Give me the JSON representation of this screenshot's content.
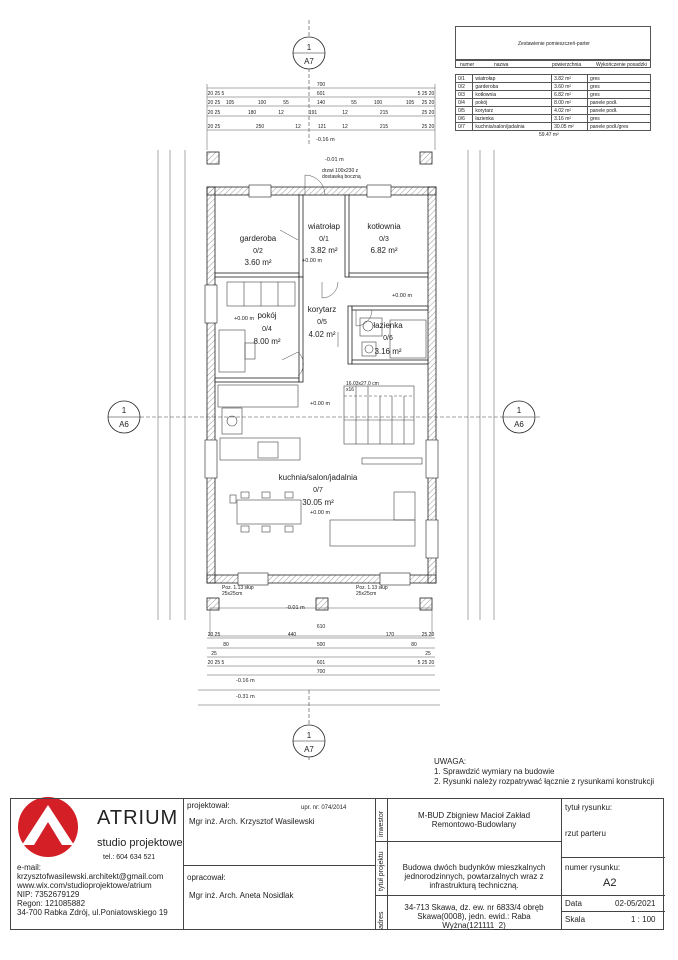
{
  "legend": {
    "title": "Zestawienie pomieszczeń-parter",
    "headers": [
      "numer",
      "nazwa",
      "powierzchnia",
      "Wykończenie posadzki"
    ],
    "rows": [
      [
        "0/1",
        "wiatrołap",
        "3.82 m²",
        "gres"
      ],
      [
        "0/2",
        "garderoba",
        "3.60 m²",
        "gres"
      ],
      [
        "0/3",
        "kotłownia",
        "6.82 m²",
        "gres"
      ],
      [
        "0/4",
        "pokój",
        "8.00 m²",
        "panele podł."
      ],
      [
        "0/5",
        "korytarz",
        "4.02 m²",
        "panele podł."
      ],
      [
        "0/6",
        "łazienka",
        "3.16 m²",
        "gres"
      ],
      [
        "0/7",
        "kuchnia/salon/jadalnia",
        "30.05 m²",
        "panele podł./gres"
      ]
    ],
    "total": "59.47 m²"
  },
  "section_markers": {
    "top": {
      "num": "1",
      "sheet": "A7"
    },
    "bottom": {
      "num": "1",
      "sheet": "A7"
    },
    "left": {
      "num": "1",
      "sheet": "A6"
    },
    "right": {
      "num": "1",
      "sheet": "A6"
    }
  },
  "rooms": {
    "garderoba": {
      "name": "garderoba",
      "num": "0/2",
      "area": "3.60 m²"
    },
    "wiatrolap": {
      "name": "wiatrołap",
      "num": "0/1",
      "area": "3.82 m²"
    },
    "kotlownia": {
      "name": "kotłownia",
      "num": "0/3",
      "area": "6.82 m²"
    },
    "pokoj": {
      "name": "pokój",
      "num": "0/4",
      "area": "8.00 m²"
    },
    "korytarz": {
      "name": "korytarz",
      "num": "0/5",
      "area": "4.02 m²"
    },
    "lazienka": {
      "name": "łazienka",
      "num": "0/6",
      "area": "3.16 m²"
    },
    "kuchnia": {
      "name": "kuchnia/salon/jadalnia",
      "num": "0/7",
      "area": "30.05 m²"
    }
  },
  "levels": {
    "entry": "-0.01 m",
    "zero": "+0.00 m",
    "top_minus": "-0.16 m",
    "bottom_1": "-0.16 m",
    "bottom_2": "-0.31 m",
    "terrace": "-0.01 m"
  },
  "annotations": {
    "door_note_1": "drzwi 100x230 z",
    "door_note_2": "dostawką boczną",
    "stairs_1": "16.03x27.0 cm",
    "stairs_2": "x16",
    "poz_left_1": "Poz. 1.13 słup",
    "poz_left_2": "25x25cm",
    "poz_right_1": "Poz. 1.13 słup",
    "poz_right_2": "25x25cm"
  },
  "dims_top": {
    "row1": "700",
    "row2": [
      "20 25 5",
      "601",
      "5 25 20"
    ],
    "row3": [
      "20 25",
      "105",
      "100",
      "55",
      "140",
      "55",
      "100",
      "105",
      "25 20"
    ],
    "row4": [
      "20 25",
      "180",
      "12",
      "191",
      "12",
      "215",
      "25 20"
    ],
    "row5": [
      "20 25",
      "250",
      "12",
      "121",
      "12",
      "215",
      "25 20"
    ]
  },
  "dims_bottom": {
    "row1": [
      "20 25",
      "440",
      "170",
      "25 20"
    ],
    "row2": "610",
    "row3": [
      "25",
      "80",
      "500",
      "80",
      "25"
    ],
    "row4": [
      "20 25 5",
      "601",
      "5 25 20"
    ],
    "row5": "700"
  },
  "notes": {
    "title": "UWAGA:",
    "line1": "1. Sprawdzić wymiary na budowie",
    "line2": "2. Rysunki należy rozpatrywać łącznie z rysunkami konstrukcji"
  },
  "titleblock": {
    "logo_text": "ATRIUM",
    "studio": "studio projektowe",
    "tel": "tel.: 604 634 521",
    "email_label": "e-mail:",
    "email": "krzysztofwasilewski.architekt@gmail.com",
    "www": "www.wix.com/studioprojektowe/atrium",
    "nip": "NIP: 7352679129",
    "regon": "Regon: 121085882",
    "address": "34-700 Rabka Zdrój, ul.Poniatowskiego 19",
    "projektowal_label": "projektował:",
    "upr": "upr. nr: 074/2014",
    "projektant": "Mgr inż. Arch. Krzysztof Wasilewski",
    "opracowal_label": "opracował:",
    "opracowal": "Mgr inż. Arch. Aneta Nosidlak",
    "inwestor_label": "inwestor",
    "inwestor_1": "M-BUD Zbigniew Macioł Zakład",
    "inwestor_2": "Remontowo-Budowlany",
    "tytul_projektu_label": "tytuł projektu",
    "tytul_projektu_1": "Budowa dwóch budynków mieszkalnych",
    "tytul_projektu_2": "jednorodzinnych, powtarzalnych wraz z",
    "tytul_projektu_3": "infrastrukturą techniczną.",
    "adres_label": "adres",
    "adres_1": "34-713 Skawa, dz. ew. nr 6833/4 obręb",
    "adres_2": "Skawa(0008), jedn. ewid.: Raba",
    "adres_3": "Wyżna(121111_2)",
    "tytul_rysunku_label": "tytuł rysunku:",
    "tytul_rysunku": "rzut parteru",
    "numer_rysunku_label": "numer rysunku:",
    "numer_rysunku": "A2",
    "data_label": "Data",
    "data": "02-05/2021",
    "skala_label": "Skala",
    "skala": "1 : 100"
  }
}
